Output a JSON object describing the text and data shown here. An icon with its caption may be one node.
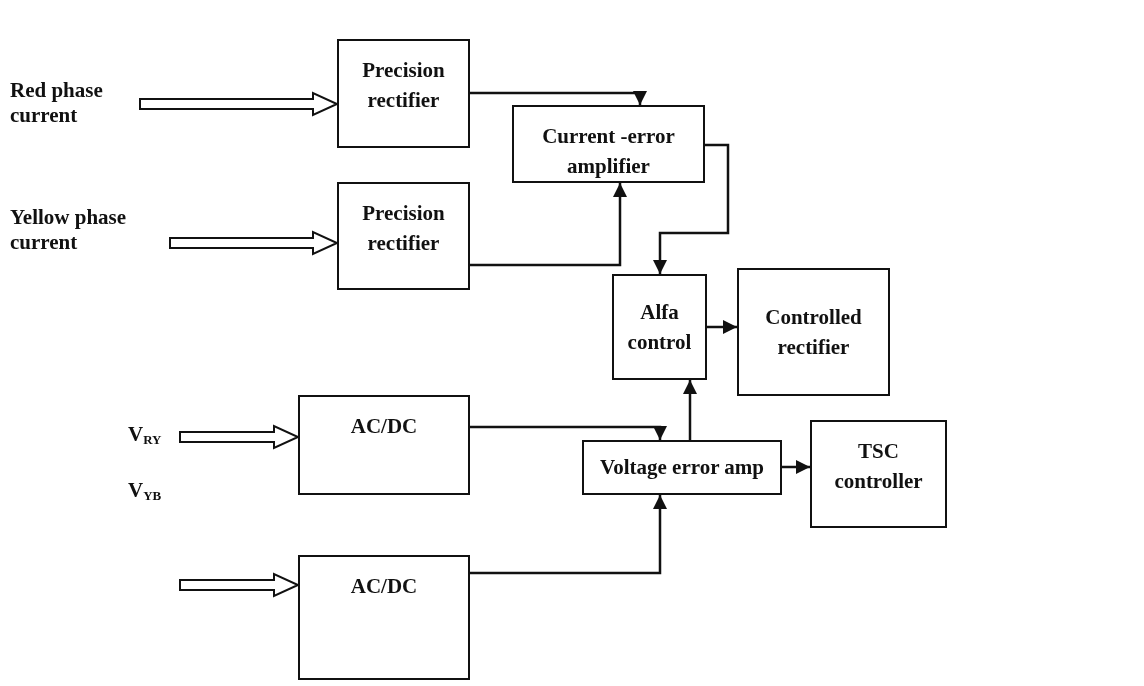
{
  "diagram": {
    "nodes": [
      {
        "text": [
          "Red phase current"
        ]
      },
      {
        "text": [
          "Precision rectifier"
        ]
      },
      {
        "text": [
          "Yellow phase current"
        ]
      },
      {
        "text": [
          "Precision rectifier"
        ]
      },
      {
        "text": [
          "Current -error amplifier"
        ]
      },
      {
        "text": [
          "Alfa control"
        ]
      },
      {
        "text": [
          "Controlled rectifier"
        ]
      },
      {
        "text": [
          "V$_{RY}$"
        ]
      },
      {
        "text": [
          "AC/DC"
        ]
      },
      {
        "text": [
          "V$_{YB}$"
        ]
      },
      {
        "text": [
          "AC/DC"
        ]
      },
      {
        "text": [
          "Voltage error amp"
        ]
      },
      {
        "text": [
          "TSC controller"
        ]
      }
    ],
    "edges": [
      {
        "from": 0,
        "to": 1,
        "arrow": "to",
        "style": "thick"
      },
      {
        "from": 2,
        "to": 3,
        "arrow": "to",
        "style": "thick"
      },
      {
        "from": 7,
        "to": 8,
        "arrow": "to",
        "style": "thick"
      },
      {
        "from": 9,
        "to": 10,
        "arrow": "to",
        "style": "thick"
      },
      {
        "from": 1,
        "to": 4,
        "arrow": "to"
      },
      {
        "from": 3,
        "to": 4,
        "arrow": "to"
      },
      {
        "from": 4,
        "to": 5,
        "arrow": "to"
      },
      {
        "from": 8,
        "to": 11,
        "arrow": "to"
      },
      {
        "from": 10,
        "to": 11,
        "arrow": "to"
      },
      {
        "from": 11,
        "to": 5,
        "arrow": "to"
      },
      {
        "from": 5,
        "to": 6,
        "arrow": "to"
      },
      {
        "from": 11,
        "to": 12,
        "arrow": "to"
      }
    ]
  }
}
